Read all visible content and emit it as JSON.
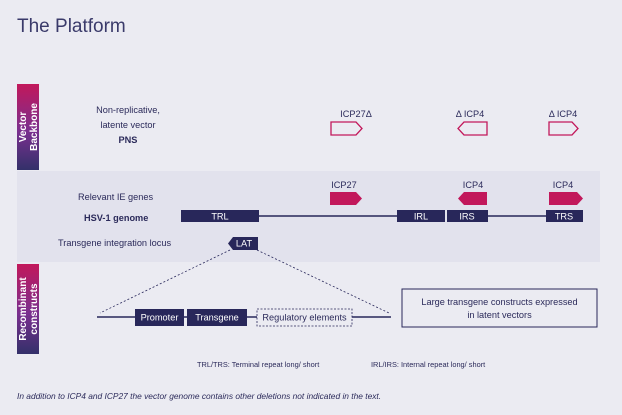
{
  "title": "The Platform",
  "colors": {
    "navy": "#28275a",
    "magenta": "#c2185b",
    "background": "#ebebf2",
    "band": "#e3e3ee"
  },
  "sections": {
    "vector_backbone": {
      "side_label_line1": "Vector",
      "side_label_line2": "Backbone",
      "label_line1": "Non-replicative,",
      "label_line2": "latente vector",
      "label_line3": "PNS",
      "markers": [
        {
          "name": "icp27-deleted",
          "text": "ICP27Δ",
          "direction": "right"
        },
        {
          "name": "icp4-deleted-left",
          "text": "Δ ICP4",
          "direction": "left"
        },
        {
          "name": "icp4-deleted-right",
          "text": "Δ ICP4",
          "direction": "right"
        }
      ]
    },
    "genome": {
      "ie_genes_label": "Relevant IE genes",
      "genome_label": "HSV-1 genome",
      "integration_label": "Transgene integration locus",
      "segments": [
        "TRL",
        "IRL",
        "IRS",
        "TRS"
      ],
      "genes": [
        {
          "name": "icp27",
          "text": "ICP27",
          "direction": "right"
        },
        {
          "name": "icp4-left",
          "text": "ICP4",
          "direction": "left"
        },
        {
          "name": "icp4-right",
          "text": "ICP4",
          "direction": "right"
        }
      ],
      "lat_label": "LAT"
    },
    "recombinant": {
      "side_label_line1": "Recombinant",
      "side_label_line2": "constructs",
      "promoter": "Promoter",
      "transgene": "Transgene",
      "regulatory": "Regulatory elements",
      "callout_line1": "Large transgene constructs expressed",
      "callout_line2": "in latent vectors"
    }
  },
  "legend": {
    "trl_trs": "TRL/TRS: Terminal repeat long/ short",
    "irl_irs": "IRL/IRS: Internal repeat long/ short"
  },
  "footnote": "In addition to ICP4 and ICP27 the vector genome contains other deletions not indicated in the text."
}
